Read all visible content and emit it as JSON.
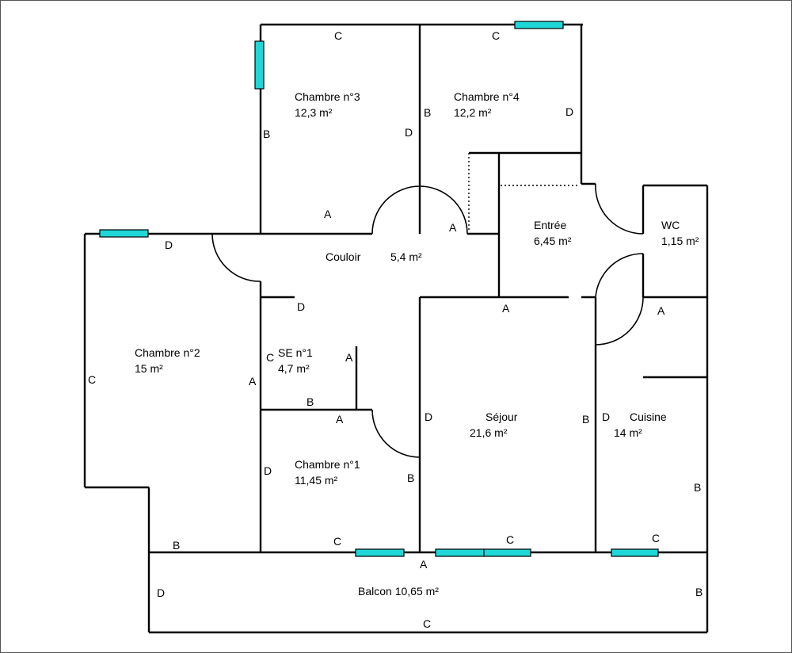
{
  "rooms": {
    "chambre3": {
      "name": "Chambre n°3",
      "area": "12,3  m²"
    },
    "chambre4": {
      "name": "Chambre n°4",
      "area": "12,2  m²"
    },
    "couloir": {
      "name": "Couloir",
      "area": "5,4  m²"
    },
    "entree": {
      "name": "Entrée",
      "area": "6,45  m²"
    },
    "wc": {
      "name": "WC",
      "area": "1,15  m²"
    },
    "chambre2": {
      "name": "Chambre n°2",
      "area": "15  m²"
    },
    "se1": {
      "name": "SE n°1",
      "area": "4,7  m²"
    },
    "chambre1": {
      "name": "Chambre n°1",
      "area": "11,45  m²"
    },
    "sejour": {
      "name": "Séjour",
      "area": "21,6  m²"
    },
    "cuisine": {
      "name": "Cuisine",
      "area": "14  m²"
    },
    "balcon": {
      "label": "Balcon  10,65  m²"
    }
  },
  "wall_letters": {
    "ch3_c": "C",
    "ch3_b": "B",
    "ch3_d": "D",
    "ch3_a": "A",
    "ch4_c": "C",
    "ch4_b": "B",
    "ch4_d": "D",
    "ch4_a": "A",
    "ch2_d": "D",
    "ch2_c": "C",
    "ch2_a": "A",
    "ch2_b": "B",
    "se_d": "D",
    "se_c": "C",
    "se_a": "A",
    "se_b": "B",
    "se_a2": "A",
    "ch1_d": "D",
    "ch1_c": "C",
    "ch1_b": "B",
    "sej_a": "A",
    "sej_d": "D",
    "sej_b": "B",
    "sej_c": "C",
    "sej_a2": "A",
    "cui_a": "A",
    "cui_d": "D",
    "cui_b": "B",
    "cui_c": "C",
    "bal_d": "D",
    "bal_b": "B",
    "bal_c": "C"
  }
}
